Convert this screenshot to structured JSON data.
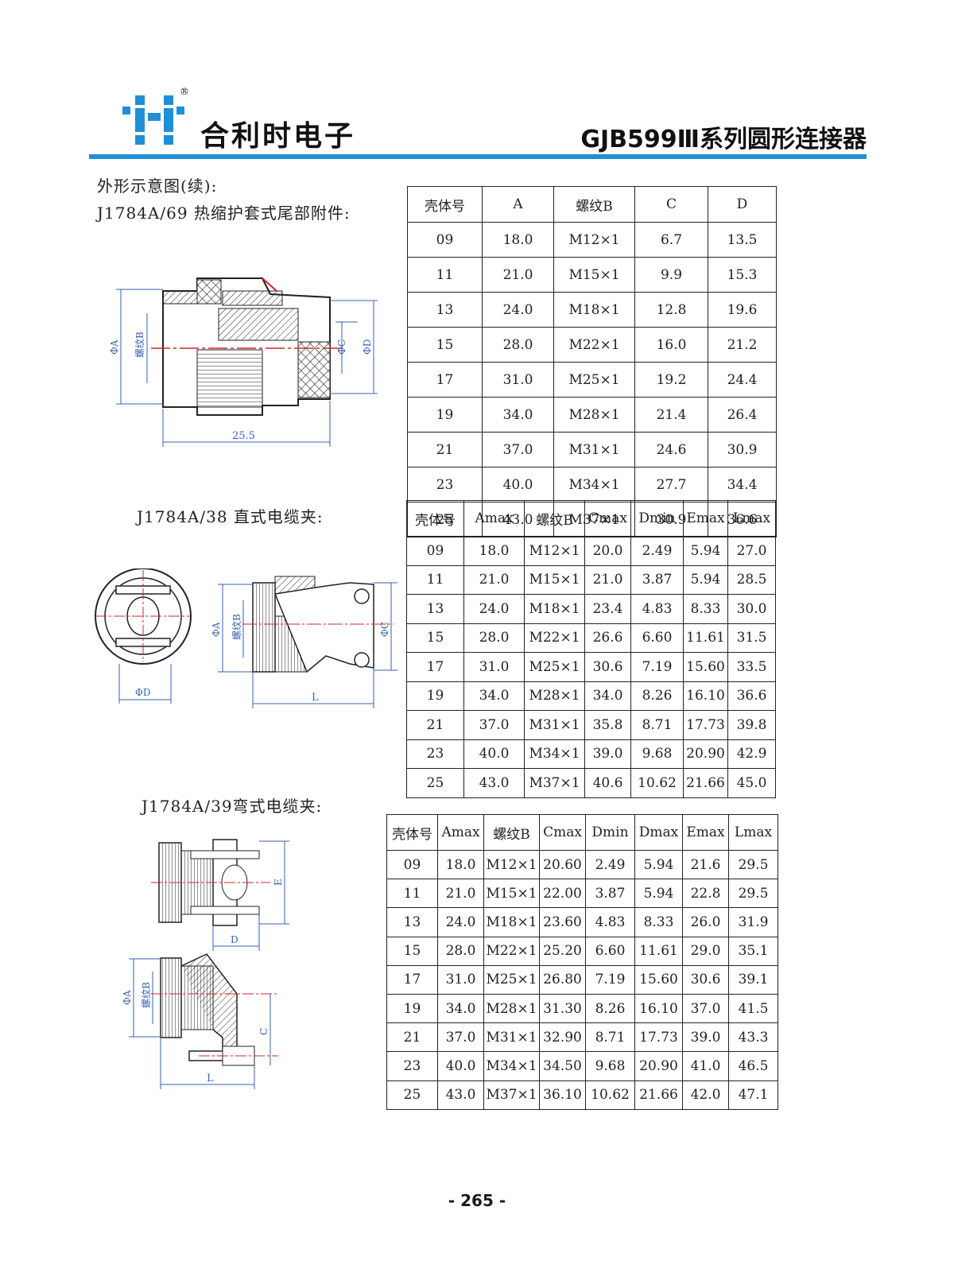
{
  "header": {
    "brand_name": "合利时电子",
    "series_title": "GJB599Ⅲ系列圆形连接器",
    "registered_mark": "®"
  },
  "sections": [
    {
      "caption_line1": "外形示意图(续):",
      "caption_line2": "J1784A/69 热缩护套式尾部附件:"
    },
    {
      "caption": "J1784A/38 直式电缆夹:"
    },
    {
      "caption": "J1784A/39弯式电缆夹:"
    }
  ],
  "drawing_labels": {
    "d1": {
      "phiA": "ΦA",
      "threadB": "螺纹B",
      "phiC": "ΦC",
      "phiD": "ΦD",
      "dim": "25.5"
    },
    "d2": {
      "phiD": "ΦD",
      "phiA": "ΦA",
      "threadB": "螺纹B",
      "phiC": "ΦC",
      "L": "L"
    },
    "d3": {
      "E": "E",
      "D": "D",
      "phiA": "ΦA",
      "threadB": "螺纹B",
      "C": "C",
      "L": "L"
    }
  },
  "tables": [
    {
      "headers": [
        "壳体号",
        "A",
        "螺纹B",
        "C",
        "D"
      ],
      "rows": [
        [
          "09",
          "18.0",
          "M12×1",
          "6.7",
          "13.5"
        ],
        [
          "11",
          "21.0",
          "M15×1",
          "9.9",
          "15.3"
        ],
        [
          "13",
          "24.0",
          "M18×1",
          "12.8",
          "19.6"
        ],
        [
          "15",
          "28.0",
          "M22×1",
          "16.0",
          "21.2"
        ],
        [
          "17",
          "31.0",
          "M25×1",
          "19.2",
          "24.4"
        ],
        [
          "19",
          "34.0",
          "M28×1",
          "21.4",
          "26.4"
        ],
        [
          "21",
          "37.0",
          "M31×1",
          "24.6",
          "30.9"
        ],
        [
          "23",
          "40.0",
          "M34×1",
          "27.7",
          "34.4"
        ],
        [
          "25",
          "43.0",
          "M37×1",
          "30.9",
          "36.6"
        ]
      ]
    },
    {
      "headers": [
        "壳体号",
        "Amax",
        "螺纹B",
        "Cmax",
        "Dmin",
        "Emax",
        "Lmax"
      ],
      "rows": [
        [
          "09",
          "18.0",
          "M12×1",
          "20.0",
          "2.49",
          "5.94",
          "27.0"
        ],
        [
          "11",
          "21.0",
          "M15×1",
          "21.0",
          "3.87",
          "5.94",
          "28.5"
        ],
        [
          "13",
          "24.0",
          "M18×1",
          "23.4",
          "4.83",
          "8.33",
          "30.0"
        ],
        [
          "15",
          "28.0",
          "M22×1",
          "26.6",
          "6.60",
          "11.61",
          "31.5"
        ],
        [
          "17",
          "31.0",
          "M25×1",
          "30.6",
          "7.19",
          "15.60",
          "33.5"
        ],
        [
          "19",
          "34.0",
          "M28×1",
          "34.0",
          "8.26",
          "16.10",
          "36.6"
        ],
        [
          "21",
          "37.0",
          "M31×1",
          "35.8",
          "8.71",
          "17.73",
          "39.8"
        ],
        [
          "23",
          "40.0",
          "M34×1",
          "39.0",
          "9.68",
          "20.90",
          "42.9"
        ],
        [
          "25",
          "43.0",
          "M37×1",
          "40.6",
          "10.62",
          "21.66",
          "45.0"
        ]
      ]
    },
    {
      "headers": [
        "壳体号",
        "Amax",
        "螺纹B",
        "Cmax",
        "Dmin",
        "Dmax",
        "Emax",
        "Lmax"
      ],
      "rows": [
        [
          "09",
          "18.0",
          "M12×1",
          "20.60",
          "2.49",
          "5.94",
          "21.6",
          "29.5"
        ],
        [
          "11",
          "21.0",
          "M15×1",
          "22.00",
          "3.87",
          "5.94",
          "22.8",
          "29.5"
        ],
        [
          "13",
          "24.0",
          "M18×1",
          "23.60",
          "4.83",
          "8.33",
          "26.0",
          "31.9"
        ],
        [
          "15",
          "28.0",
          "M22×1",
          "25.20",
          "6.60",
          "11.61",
          "29.0",
          "35.1"
        ],
        [
          "17",
          "31.0",
          "M25×1",
          "26.80",
          "7.19",
          "15.60",
          "30.6",
          "39.1"
        ],
        [
          "19",
          "34.0",
          "M28×1",
          "31.30",
          "8.26",
          "16.10",
          "37.0",
          "41.5"
        ],
        [
          "21",
          "37.0",
          "M31×1",
          "32.90",
          "8.71",
          "17.73",
          "39.0",
          "43.3"
        ],
        [
          "23",
          "40.0",
          "M34×1",
          "34.50",
          "9.68",
          "20.90",
          "41.0",
          "46.5"
        ],
        [
          "25",
          "43.0",
          "M37×1",
          "36.10",
          "10.62",
          "21.66",
          "42.0",
          "47.1"
        ]
      ]
    }
  ],
  "footer": {
    "page_number": "- 265 -"
  },
  "colors": {
    "accent_blue": "#1f8fd6",
    "dim_blue": "#3a5fb0",
    "center_red": "#d8222a"
  }
}
